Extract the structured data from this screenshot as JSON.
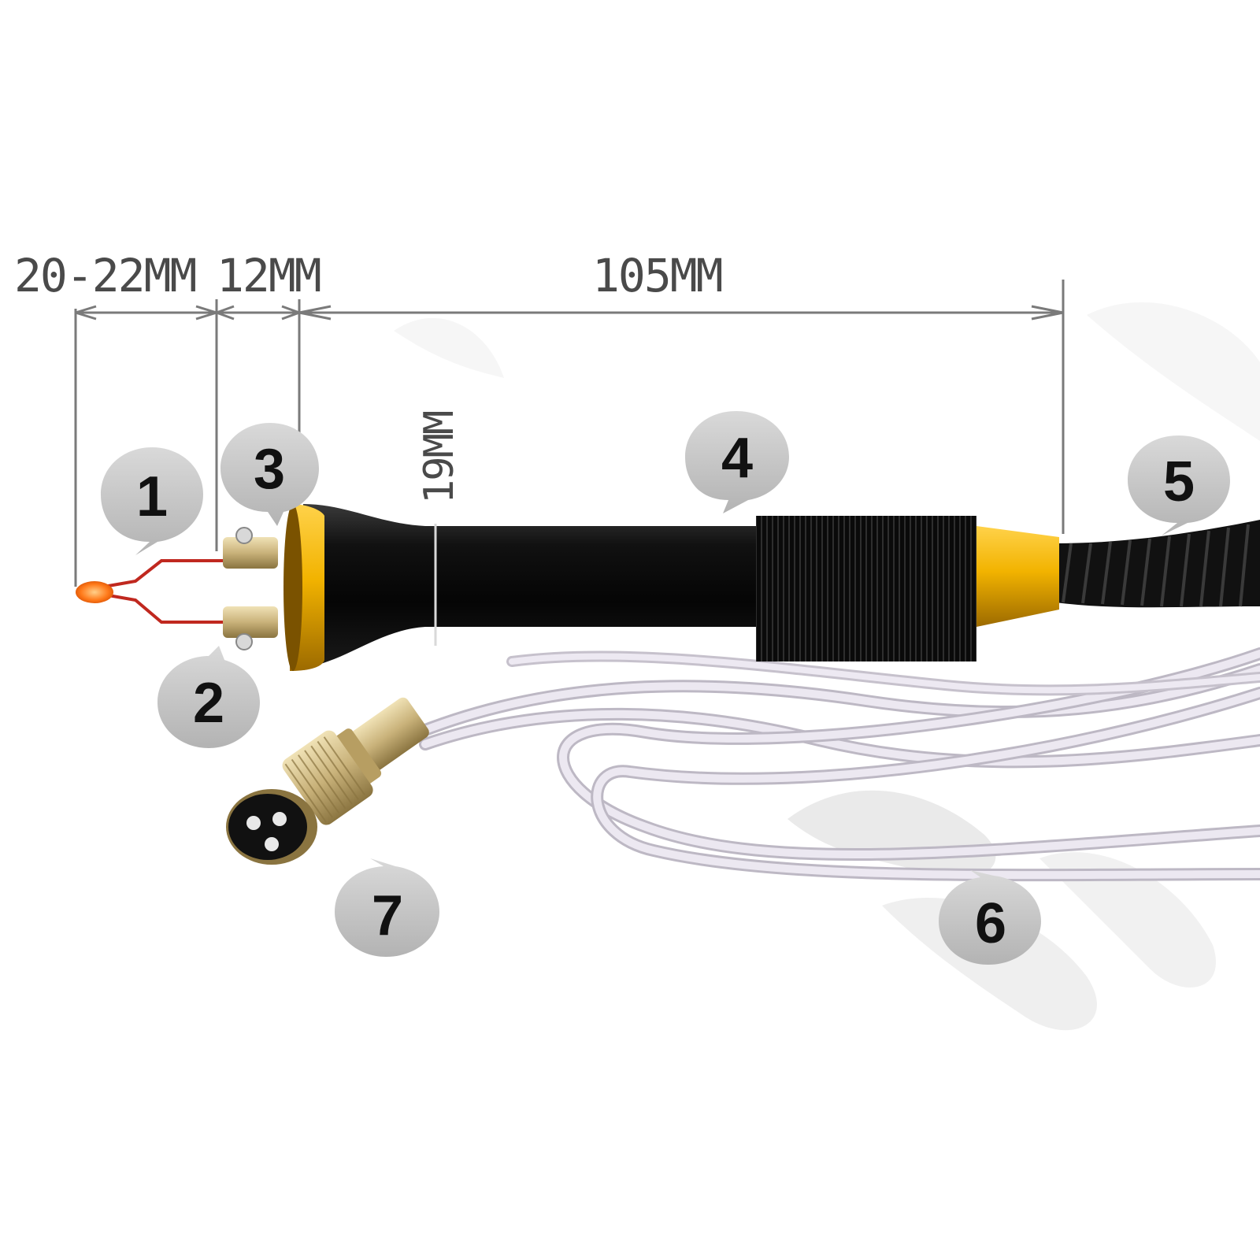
{
  "dimensions": {
    "tip_length": "20-22MM",
    "collar_length": "12MM",
    "handle_length": "105MM",
    "handle_diameter": "19MM"
  },
  "callouts": [
    "1",
    "2",
    "3",
    "4",
    "5",
    "6",
    "7"
  ],
  "colors": {
    "handle_black": "#0d0d0d",
    "accent_gold": "#f2b300",
    "brass": "#c9b27a",
    "wire_red": "#c0281f",
    "hot_tip": "#ff7a1a",
    "cable_white": "#e9e4ee",
    "callout_bubble": "#c8c8c8",
    "dimension_line": "#7a7a7a"
  }
}
